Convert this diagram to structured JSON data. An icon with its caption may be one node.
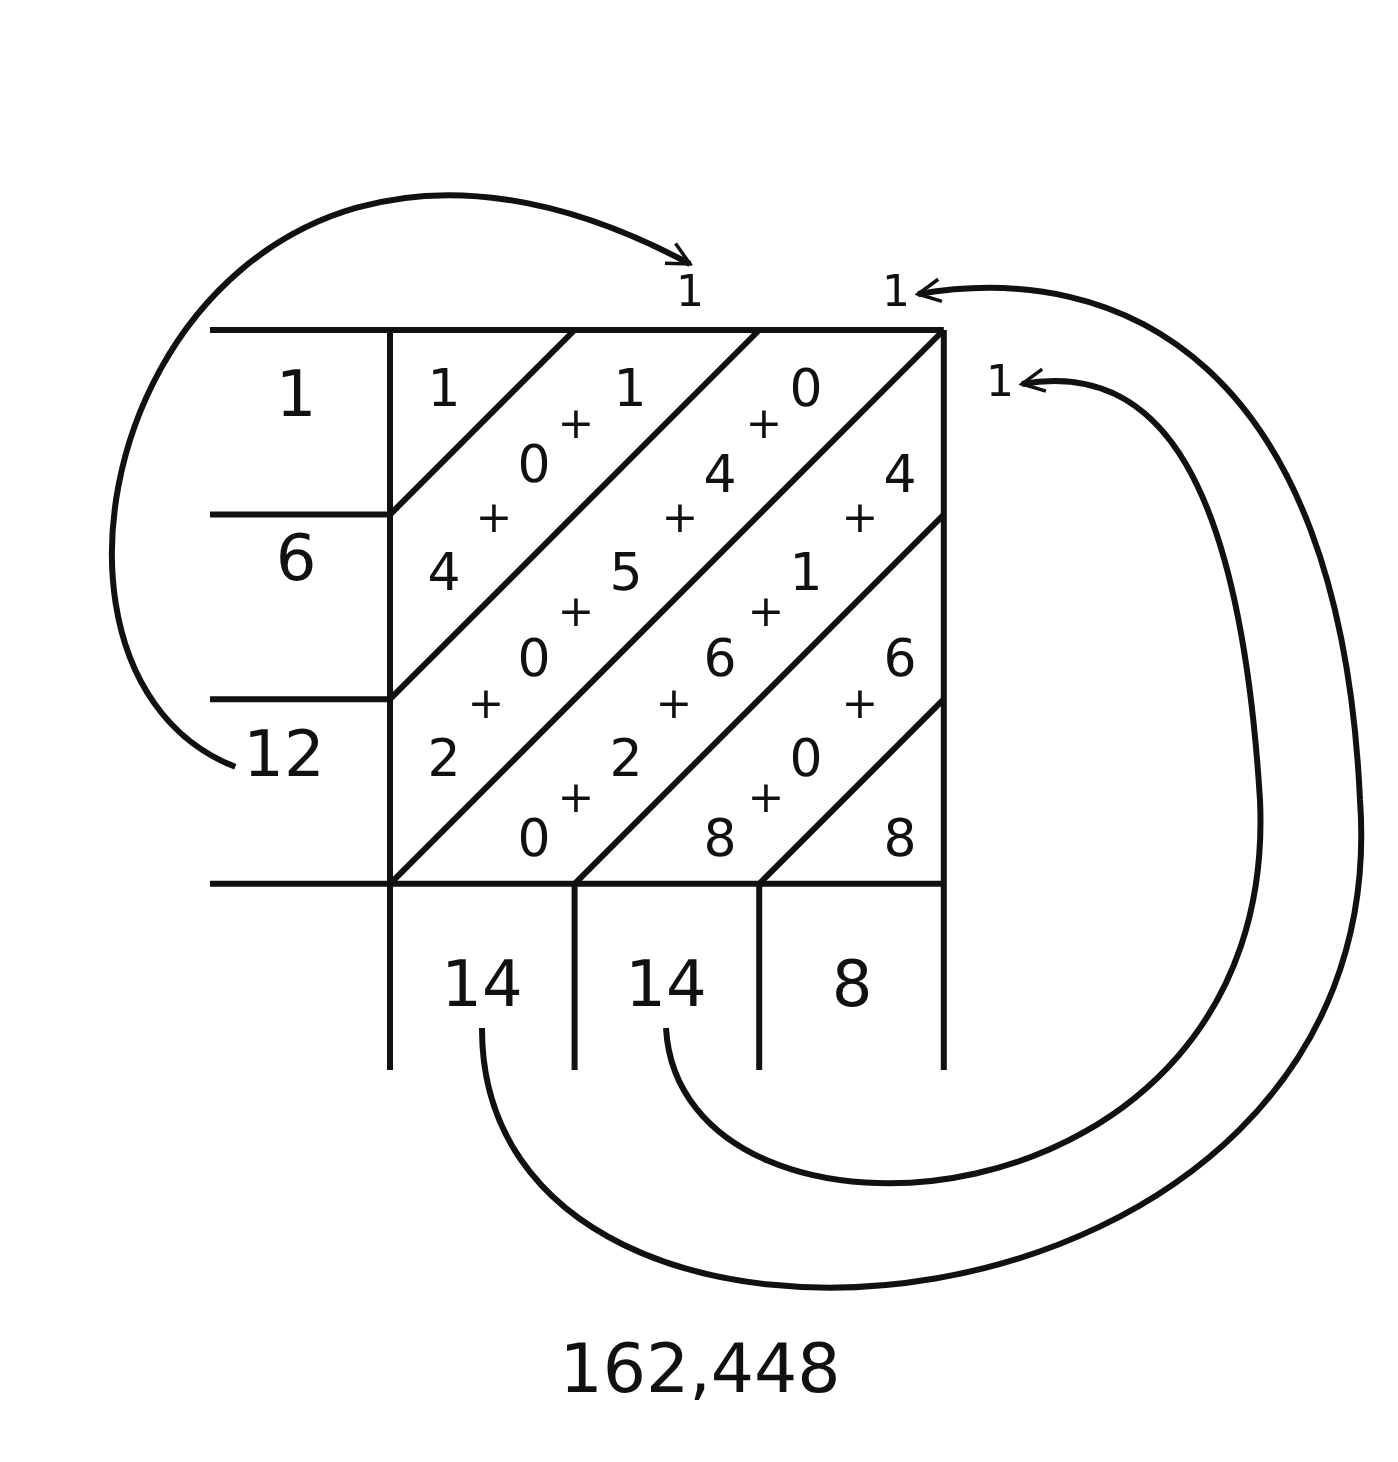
{
  "diagram": {
    "nodes": [
      {
        "text": [
          "1"
        ]
      },
      {
        "text": [
          "1"
        ]
      },
      {
        "text": [
          "1"
        ]
      },
      {
        "text": [
          "1"
        ]
      },
      {
        "text": [
          "6"
        ]
      },
      {
        "text": [
          "12"
        ]
      },
      {
        "text": [
          "14"
        ]
      },
      {
        "text": [
          "14"
        ]
      },
      {
        "text": [
          "8"
        ]
      }
    ],
    "edges": [
      {
        "from": 5,
        "to": 0,
        "arrow": "to"
      },
      {
        "from": 6,
        "to": 1,
        "arrow": "to"
      },
      {
        "from": 7,
        "to": 3,
        "arrow": "to"
      }
    ],
    "labels": [
      "1",
      "+",
      "1",
      "+",
      "0",
      "0",
      "4",
      "4",
      "+",
      "+",
      "+",
      "4",
      "5",
      "1",
      "+",
      "+",
      "0",
      "6",
      "6",
      "+",
      "+",
      "+",
      "2",
      "2",
      "0",
      "+",
      "+",
      "0",
      "8",
      "8",
      "162,448"
    ]
  }
}
